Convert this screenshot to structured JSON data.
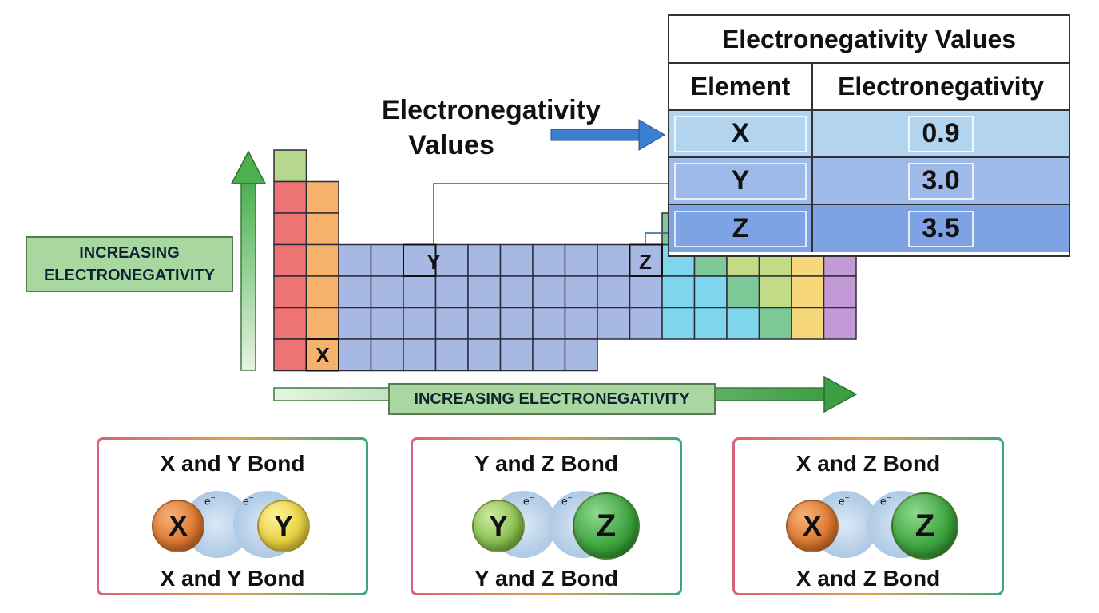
{
  "callout": {
    "line1": "Electronegativity",
    "line2": "Values"
  },
  "left_label": {
    "line1": "INCREASING",
    "line2": "ELECTRONEGATIVITY"
  },
  "bottom_label": "INCREASING ELECTRONEGATIVITY",
  "periodic_table": {
    "markers": {
      "x": "X",
      "y": "Y",
      "z": "Z"
    }
  },
  "table": {
    "title": "Electronegativity Values",
    "headers": [
      "Element",
      "Electronegativity"
    ],
    "rows": [
      {
        "element": "X",
        "value": "0.9",
        "color": "#b3d4ee"
      },
      {
        "element": "Y",
        "value": "3.0",
        "color": "#9ebae8"
      },
      {
        "element": "Z",
        "value": "3.5",
        "color": "#7ea3e4"
      }
    ]
  },
  "bonds": [
    {
      "title": "X and Y Bond",
      "caption": "X and Y Bond",
      "atom1": "X",
      "atom2": "Y"
    },
    {
      "title": "Y and Z Bond",
      "caption": "Y and Z Bond",
      "atom1": "Y",
      "atom2": "Z"
    },
    {
      "title": "X and Z Bond",
      "caption": "X and Z Bond",
      "atom1": "X",
      "atom2": "Z"
    }
  ],
  "electron_symbol": "e",
  "colors": {
    "alkali": "#ee7474",
    "alkaline": "#f6b26b",
    "hydrogen": "#b6d88c",
    "transition": "#a7b8e2",
    "cyan": "#7fd6ec",
    "green": "#7cc896",
    "lime": "#c2dc86",
    "yellow": "#f6d87a",
    "purple": "#c39ad6",
    "arrow_green": "#4caf50",
    "arrow_blue": "#3a7fd0"
  }
}
